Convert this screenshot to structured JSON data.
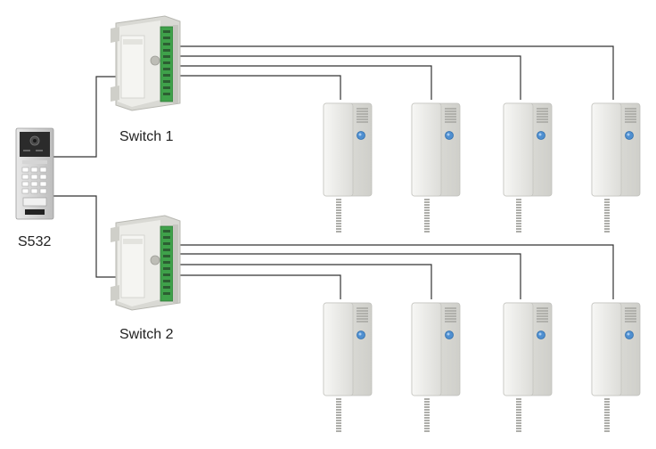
{
  "labels": {
    "panel": "S532",
    "switch1": "Switch 1",
    "switch2": "Switch 2"
  },
  "devices": {
    "panel": {
      "name": "S532",
      "type": "door-station",
      "icon": "door-station-panel-icon"
    },
    "switches": [
      {
        "name": "Switch 1",
        "icon": "distribution-switch-icon",
        "handsets": 4
      },
      {
        "name": "Switch 2",
        "icon": "distribution-switch-icon",
        "handsets": 4
      }
    ],
    "handset_icon": "intercom-handset-icon"
  },
  "colors": {
    "wire": "#333333",
    "terminal_green": "#3fa14a",
    "handset_button": "#4f8fd0",
    "device_body": "#eeeeea"
  }
}
